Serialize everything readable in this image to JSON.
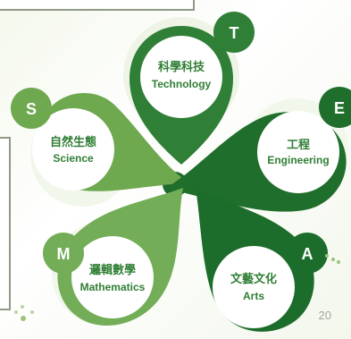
{
  "page_number": "20",
  "leaves": [
    {
      "id": "technology",
      "badge": "T",
      "zh": "科學科技",
      "en": "Technology",
      "color": "#2f7f36"
    },
    {
      "id": "engineering",
      "badge": "E",
      "zh": "工程",
      "en": "Engineering",
      "color": "#1f6e2b"
    },
    {
      "id": "science",
      "badge": "S",
      "zh": "自然生態",
      "en": "Science",
      "color": "#6ea84f"
    },
    {
      "id": "mathematics",
      "badge": "M",
      "zh": "邏輯數學",
      "en": "Mathematics",
      "color": "#73ad57"
    },
    {
      "id": "arts",
      "badge": "A",
      "zh": "文藝文化",
      "en": "Arts",
      "color": "#1c6d2b"
    }
  ]
}
